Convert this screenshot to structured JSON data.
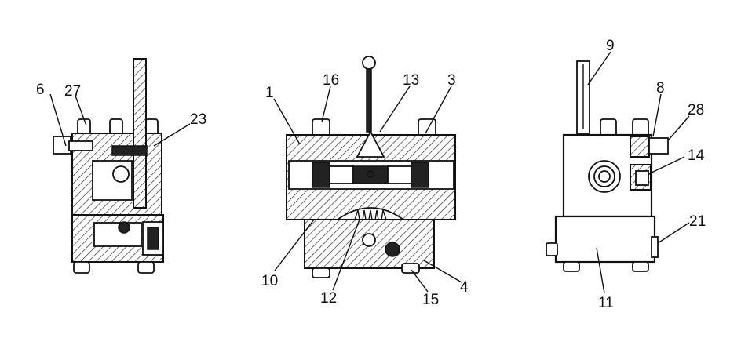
{
  "callouts": {
    "c1": "1",
    "c3": "3",
    "c4": "4",
    "c6": "6",
    "c8": "8",
    "c9": "9",
    "c10": "10",
    "c11": "11",
    "c12": "12",
    "c13": "13",
    "c14": "14",
    "c15": "15",
    "c16": "16",
    "c21": "21",
    "c23": "23",
    "c27": "27",
    "c28": "28"
  }
}
